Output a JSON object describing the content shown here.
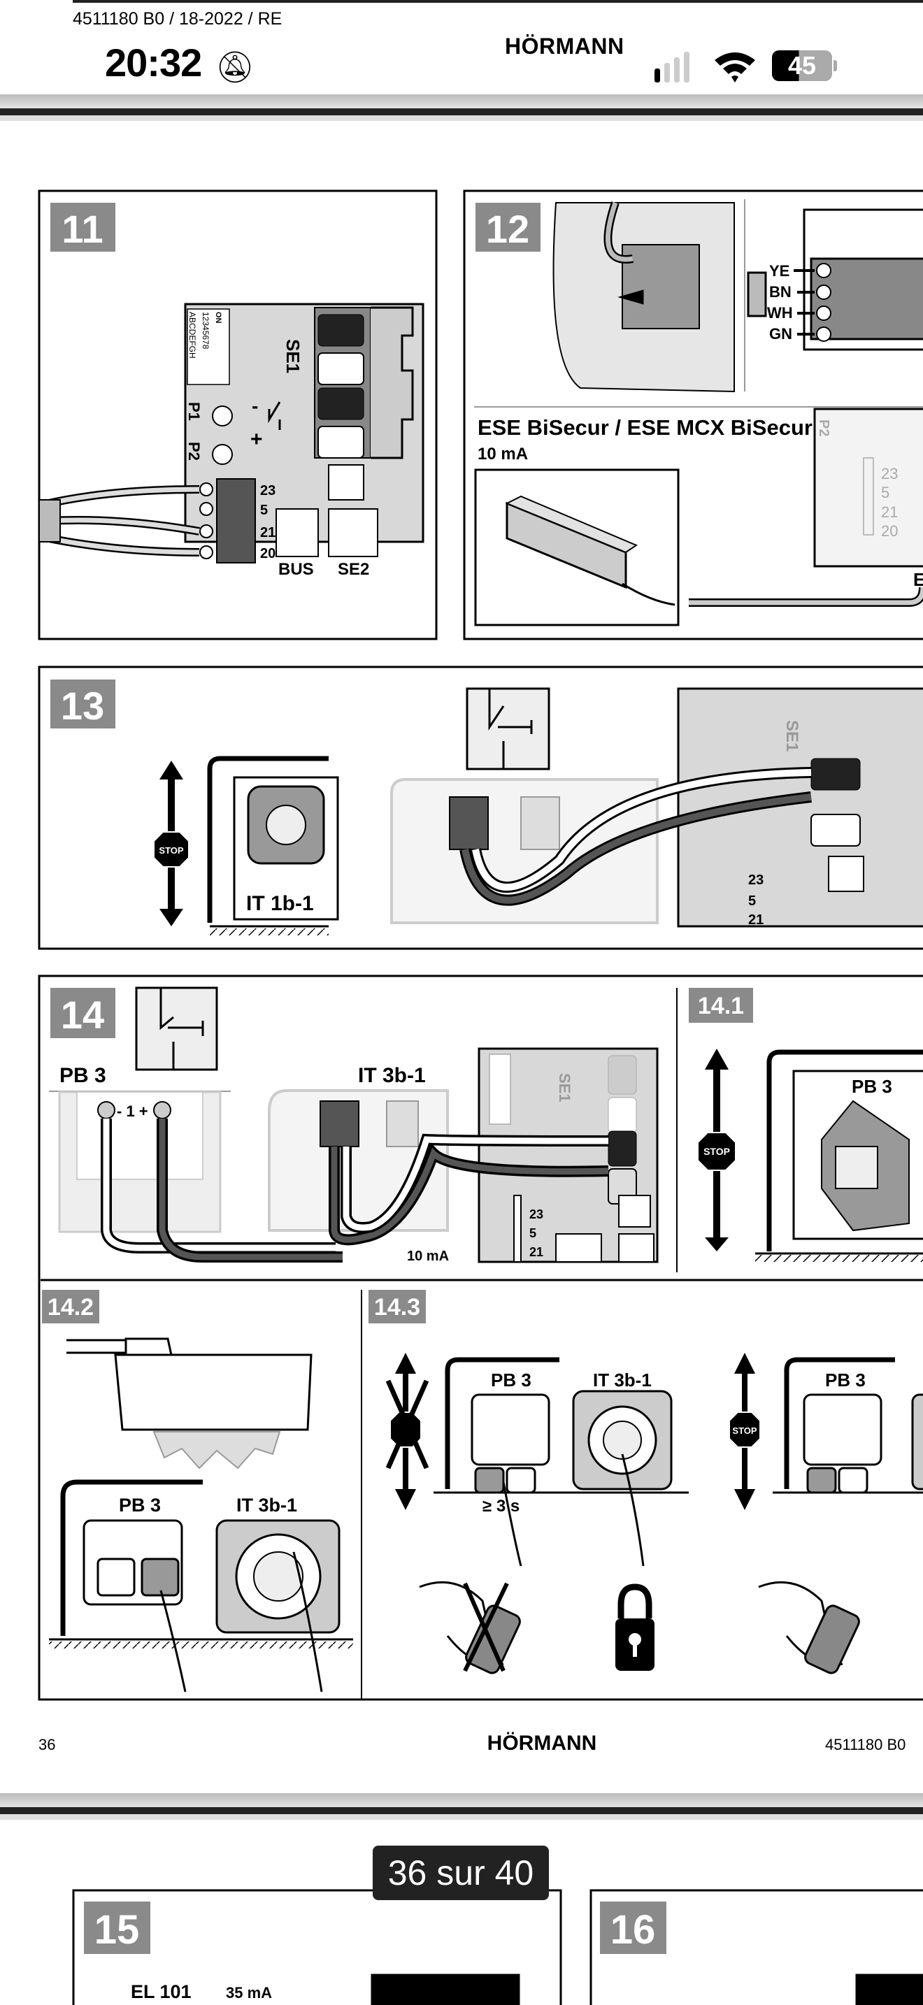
{
  "status_bar": {
    "time": "20:32",
    "battery": "45",
    "icons": [
      "bell-muted-icon",
      "signal-icon",
      "wifi-icon",
      "battery-icon"
    ]
  },
  "page_header": {
    "doc_code": "4511180  B0 / 18-2022 / RE",
    "brand": "HÖRMANN"
  },
  "figures": {
    "f11": {
      "number": "11",
      "dip_on": "ON",
      "dip_letters": "ABCDEFGH",
      "dip_numbers": "12345678",
      "se1": "SE1",
      "p1": "P1",
      "p2": "P2",
      "minus": "-",
      "plus": "+",
      "terminals": [
        "23",
        "5",
        "21",
        "20"
      ],
      "bus": "BUS",
      "se2": "SE2"
    },
    "f12": {
      "number": "12",
      "wires": [
        "YE",
        "BN",
        "WH",
        "GN"
      ],
      "title": "ESE BiSecur / ESE MCX BiSecur",
      "current": "10 mA",
      "p2": "P2",
      "terminals": [
        "23",
        "5",
        "21",
        "20"
      ],
      "cut_label": "E"
    },
    "f13": {
      "number": "13",
      "stop": "STOP",
      "device": "IT 1b-1",
      "se1": "SE1",
      "terminals": [
        "23",
        "5",
        "21"
      ]
    },
    "f14": {
      "number": "14",
      "pb": "PB 3",
      "it": "IT 3b-1",
      "pb_terminal": "- 1 +",
      "current": "10 mA",
      "se1": "SE1",
      "terminals": [
        "23",
        "5",
        "21"
      ]
    },
    "f14_1": {
      "number": "14.1",
      "stop": "STOP",
      "pb": "PB 3"
    },
    "f14_2": {
      "number": "14.2",
      "pb": "PB 3",
      "it": "IT 3b-1"
    },
    "f14_3": {
      "number": "14.3",
      "pb": "PB 3",
      "it": "IT 3b-1",
      "hold": "≥ 3 s",
      "stop": "STOP",
      "pb2": "PB 3"
    },
    "f15": {
      "number": "15",
      "device": "EL 101",
      "current": "35 mA"
    },
    "f16": {
      "number": "16"
    }
  },
  "page_footer": {
    "page_number": "36",
    "brand": "HÖRMANN",
    "doc_code": "4511180  B0"
  },
  "viewer": {
    "page_indicator": "36 sur 40",
    "current_page": 36,
    "total_pages": 40
  },
  "colors": {
    "label_gray": "#8a8a8a",
    "board_gray": "#d6d6d6",
    "dark_wire": "#444444"
  }
}
